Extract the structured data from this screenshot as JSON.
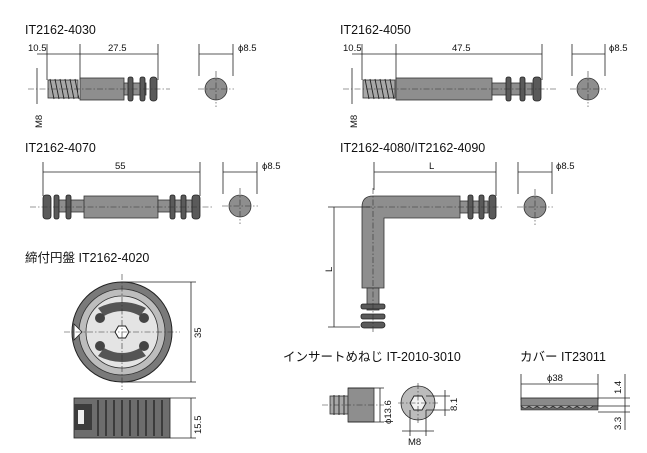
{
  "parts": [
    {
      "title": "IT2162-4030",
      "dims": {
        "left": "10.5",
        "body": "27.5",
        "thread": "M8",
        "dia": "ϕ8.5"
      }
    },
    {
      "title": "IT2162-4050",
      "dims": {
        "left": "10.5",
        "body": "47.5",
        "thread": "M8",
        "dia": "ϕ8.5"
      }
    },
    {
      "title": "IT2162-4070",
      "dims": {
        "length": "55",
        "dia": "ϕ8.5"
      }
    },
    {
      "title": "IT2162-4080/IT2162-4090",
      "dims": {
        "length": "L",
        "height": "L",
        "dia": "ϕ8.5"
      }
    },
    {
      "title": "締付円盤 IT2162-4020",
      "dims": {
        "dia": "35",
        "height": "15.5"
      }
    },
    {
      "title": "インサートめねじ IT-2010-3010",
      "dims": {
        "outer": "ϕ13.6",
        "hex": "8.1",
        "thread": "M8"
      }
    },
    {
      "title": "カバー IT23011",
      "dims": {
        "dia": "ϕ38",
        "top": "1.4",
        "bottom": "3.3"
      }
    }
  ]
}
